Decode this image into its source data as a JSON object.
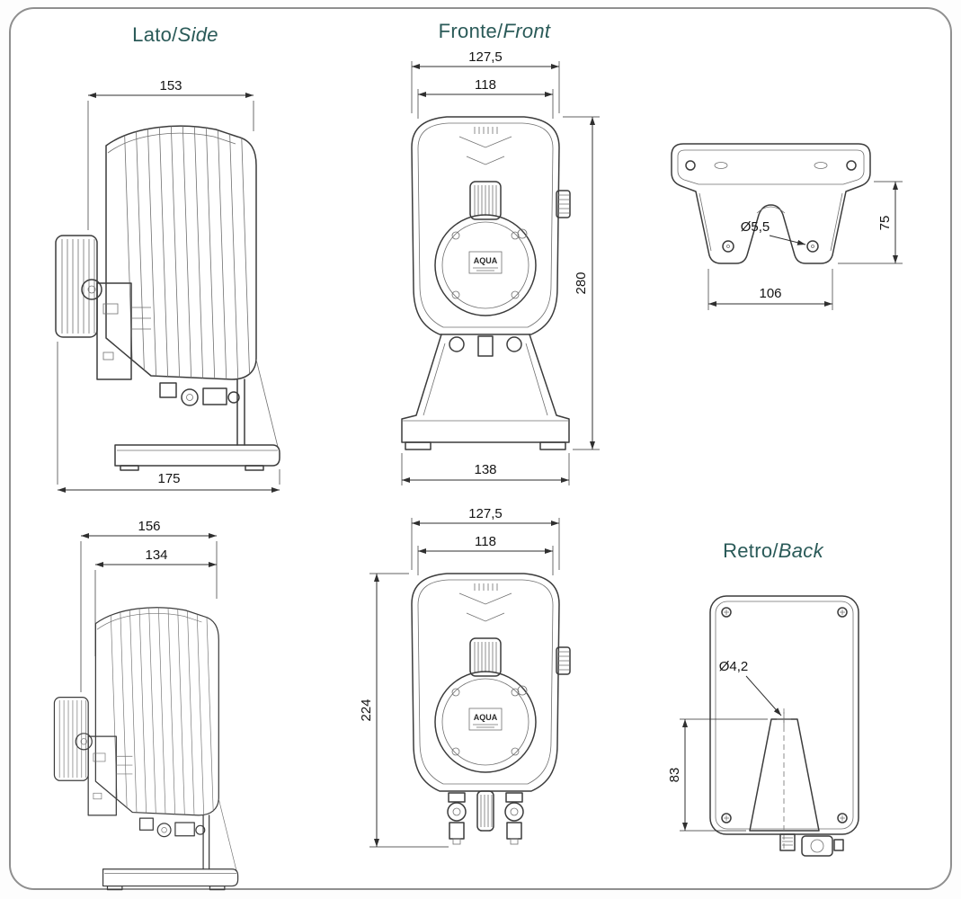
{
  "sheet": {
    "background": "#ffffff",
    "border_color": "#8f8f8f"
  },
  "titles": {
    "side": {
      "primary": "Lato/",
      "secondary": "Side"
    },
    "front": {
      "primary": "Fronte/",
      "secondary": "Front"
    },
    "back": {
      "primary": "Retro/",
      "secondary": "Back"
    }
  },
  "views": {
    "side_top": {
      "dim_width_top": "153",
      "dim_width_overall": "175"
    },
    "front_top": {
      "dim_width_outer": "127,5",
      "dim_width_inner": "118",
      "dim_height": "280",
      "dim_base_width": "138"
    },
    "bracket": {
      "dim_height": "75",
      "dim_width": "106",
      "dim_hole_diameter": "Ø5,5"
    },
    "side_bottom": {
      "dim_width_outer": "156",
      "dim_width_inner": "134"
    },
    "front_bottom": {
      "dim_width_outer": "127,5",
      "dim_width_inner": "118",
      "dim_height": "224"
    },
    "back": {
      "dim_hole_diameter": "Ø4,2",
      "dim_height": "83"
    }
  },
  "pump": {
    "brand_logo": "AQUA"
  }
}
